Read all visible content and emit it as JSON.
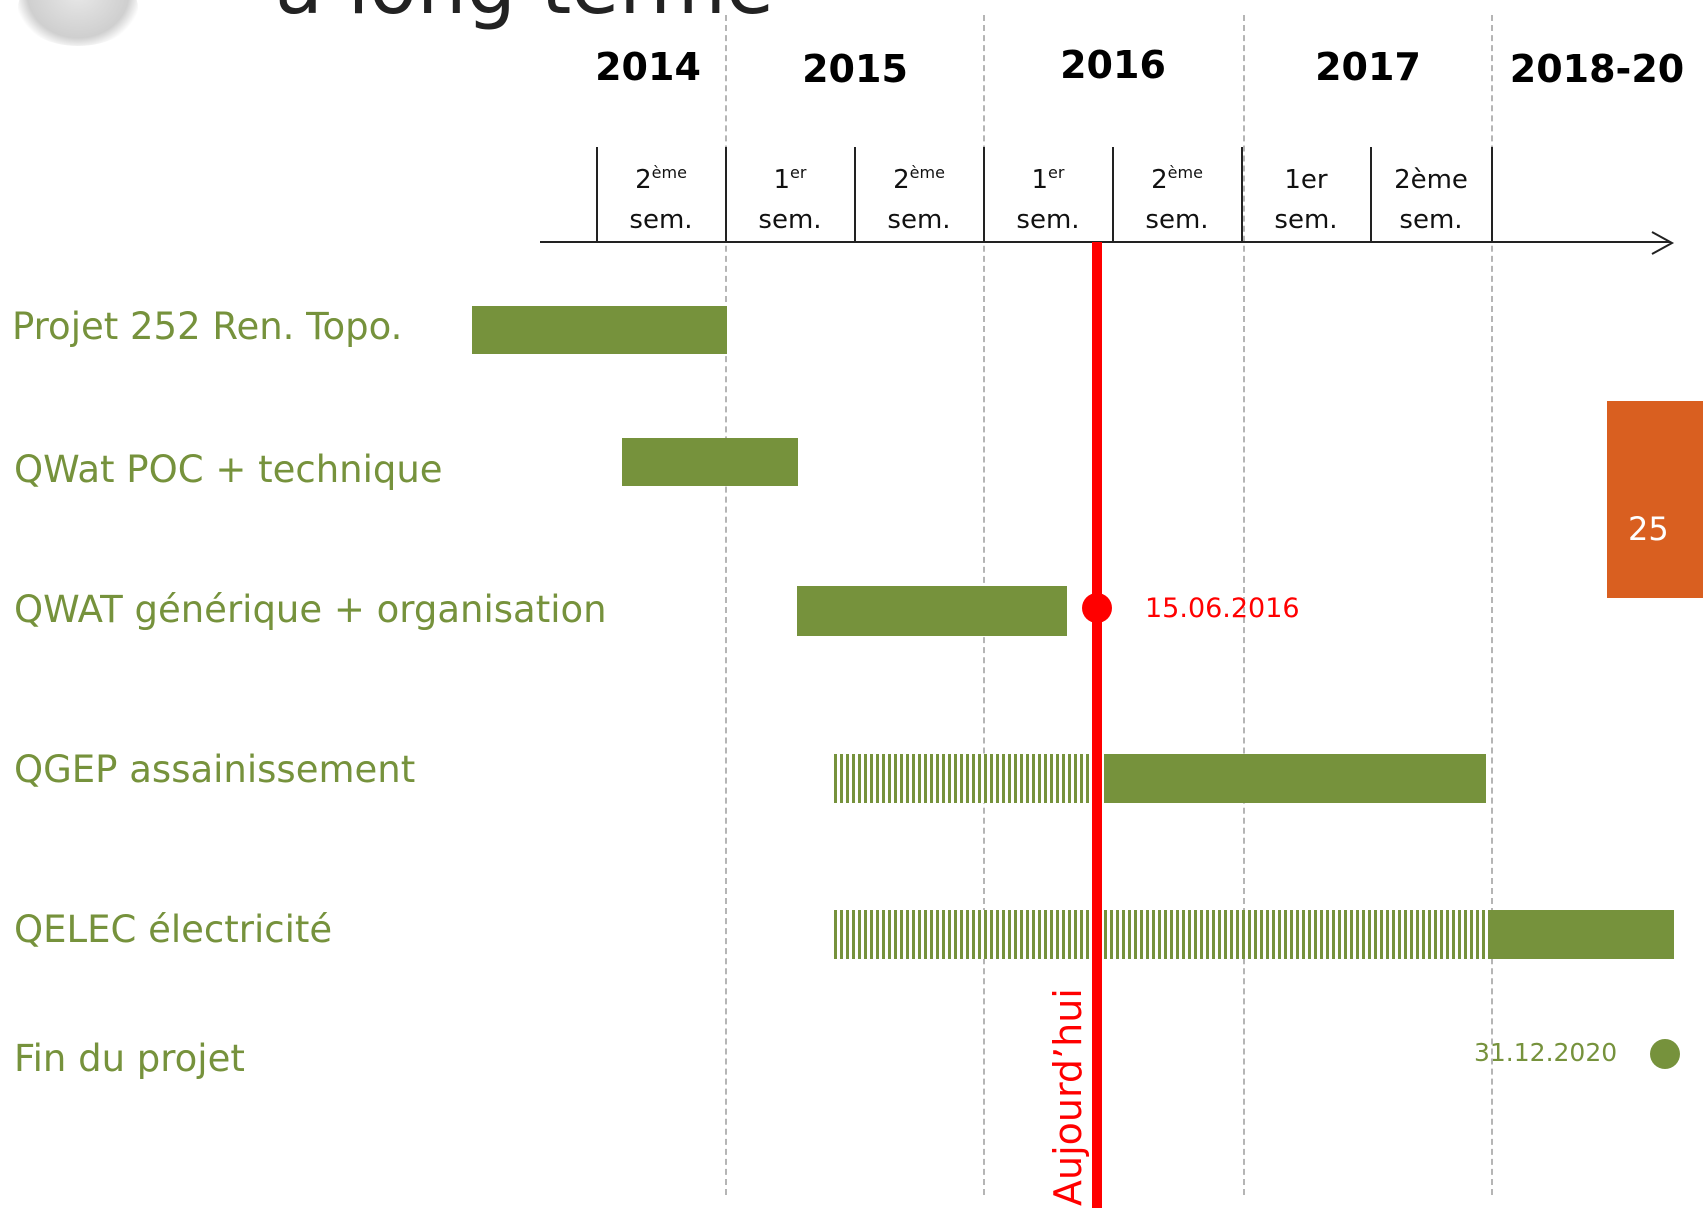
{
  "title_fragment": "à long terme",
  "years": [
    "2014",
    "2015",
    "2016",
    "2017",
    "2018-20"
  ],
  "semesters": [
    {
      "num": "2",
      "sup": "ème",
      "sem": "sem."
    },
    {
      "num": "1",
      "sup": "er",
      "sem": "sem."
    },
    {
      "num": "2",
      "sup": "ème",
      "sem": "sem."
    },
    {
      "num": "1",
      "sup": "er",
      "sem": "sem."
    },
    {
      "num": "2",
      "sup": "ème",
      "sem": "sem."
    },
    {
      "num": "1er",
      "sup": "",
      "sem": "sem."
    },
    {
      "num": "2ème",
      "sup": "",
      "sem": "sem."
    }
  ],
  "rows": [
    {
      "label": "Projet 252 Ren. Topo."
    },
    {
      "label": "QWat POC + technique"
    },
    {
      "label": "QWAT générique + organisation"
    },
    {
      "label": "QGEP assainissement"
    },
    {
      "label": "QELEC électricité"
    },
    {
      "label": "Fin du projet"
    }
  ],
  "today": {
    "label": "Aujourd’hui",
    "date": "15.06.2016"
  },
  "end": {
    "date": "31.12.2020"
  },
  "page_number": "25",
  "colors": {
    "bar": "#76923c",
    "today": "#ff0000",
    "tab": "#d95f20"
  }
}
